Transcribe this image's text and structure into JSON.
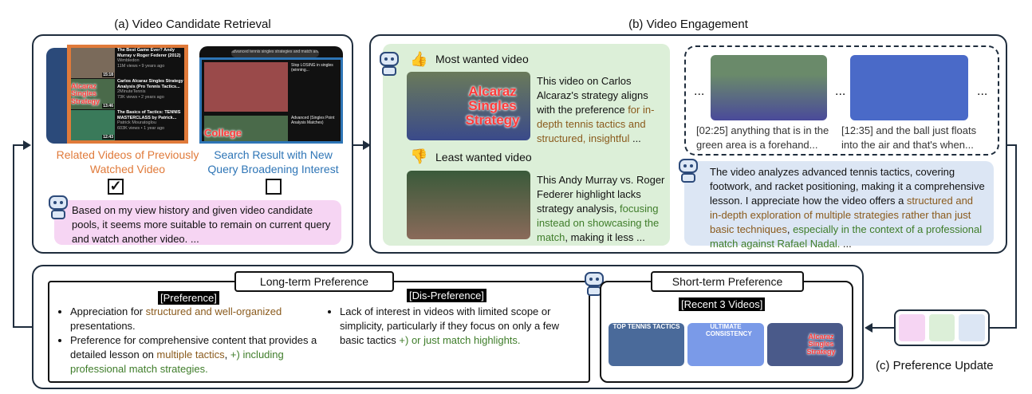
{
  "panel_a": {
    "title": "(a) Video Candidate Retrieval",
    "related_list": [
      {
        "title": "The Best Game Ever? Andy Murray v Roger Federer (2012)",
        "channel": "Wimbledon",
        "meta": "11M views • 9 years ago",
        "duration": "15:18"
      },
      {
        "title": "Carlos Alcaraz Singles Strategy Analysis (Pro Tennis Tactics...",
        "channel": "2MinuteTennis",
        "meta": "73K views • 2 years ago",
        "duration": "13:46",
        "overlay": "Alcaraz Singles Strategy"
      },
      {
        "title": "The Basics of Tactics: TENNIS MASTERCLASS by Patrick...",
        "channel": "Patrick Mouratoglou",
        "meta": "603K views • 1 year ago",
        "duration": "12:43"
      }
    ],
    "search_query": "advanced tennis singles strategies and match analysis",
    "search_results": [
      {
        "title": "Stop LOSING in singles (winning...",
        "overlay": ""
      },
      {
        "title": "Advanced (Singles Point Analysis Matches)",
        "overlay": "College"
      }
    ],
    "related_label": "Related Videos of Previously Watched Video",
    "search_label": "Search Result with New Query Broadening Interest",
    "related_checked": true,
    "search_checked": false,
    "reasoning": "Based on my view history and given video candidate pools, it seems more suitable to remain on current query and watch another video. ..."
  },
  "panel_b": {
    "title": "(b) Video Engagement",
    "most_wanted_label": "Most wanted video",
    "most_thumb": "Alcaraz Singles Strategy",
    "most_text": "This video on Carlos Alcaraz's strategy aligns with the preference ",
    "most_highlight": "for in-depth tennis tactics and structured, insightful",
    "most_end": " ...",
    "least_wanted_label": "Least wanted video",
    "least_text": "This Andy Murray vs. Roger Federer highlight lacks strategy analysis, ",
    "least_highlight": "focusing instead on showcasing the match",
    "least_end": ", making it less ...",
    "ellipsis": "...",
    "clips": [
      {
        "caption": "[02:25] anything that is in the green area is a forehand..."
      },
      {
        "caption": "[12:35] and the ball just floats into the air and that's when..."
      }
    ],
    "summary_1": "The video analyzes advanced tennis tactics, covering footwork, and racket positioning, making it a comprehensive lesson. I appreciate how the video offers a ",
    "summary_brown": "structured and in-depth exploration of multiple strategies rather than just basic techniques",
    "summary_2": ", ",
    "summary_green": "especially in the context of a professional match against Rafael Nadal.",
    "summary_end": " ..."
  },
  "panel_c": {
    "long_term_label": "Long-term Preference",
    "short_term_label": "Short-term Preference",
    "pref_header": "[Preference]",
    "dispref_header": "[Dis-Preference]",
    "pref_items": [
      {
        "a": "Appreciation for ",
        "b": "structured and well-organized",
        "c": " presentations.",
        "d": ""
      },
      {
        "a": "Preference for comprehensive content that provides a detailed lesson on ",
        "b": "multiple tactics",
        "c": ", ",
        "d": "+) including professional match strategies."
      }
    ],
    "dispref_item": {
      "a": "Lack of interest in videos with limited scope or simplicity, particularly if they focus on only a few basic tactics ",
      "d": "+) or just match highlights."
    },
    "recent_header": "[Recent 3 Videos]",
    "recent": [
      {
        "overlay": "TOP TENNIS TACTICS"
      },
      {
        "overlay": "ULTIMATE CONSISTENCY"
      },
      {
        "overlay": "Alcaraz Singles Strategy"
      }
    ],
    "update_label": "(c) Preference Update"
  }
}
